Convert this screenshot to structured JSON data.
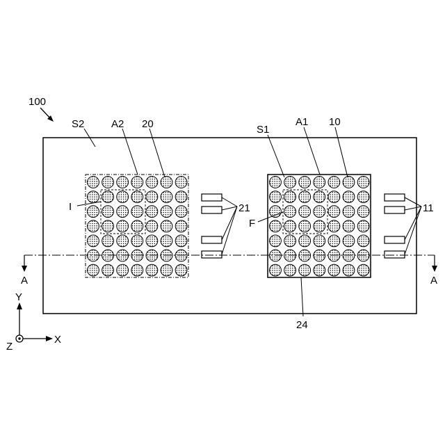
{
  "figure": {
    "ref_device": "100",
    "labels": {
      "S2": "S2",
      "A2": "A2",
      "n20": "20",
      "S1": "S1",
      "A1": "A1",
      "n10": "10",
      "I": "I",
      "F": "F",
      "n21": "21",
      "n11": "11",
      "n24": "24",
      "A_left": "A",
      "A_right": "A"
    },
    "axes": {
      "y": "Y",
      "x": "X",
      "z": "Z"
    },
    "arrays": {
      "rows": 7,
      "cols": 7
    },
    "pads_per_group": 4
  }
}
